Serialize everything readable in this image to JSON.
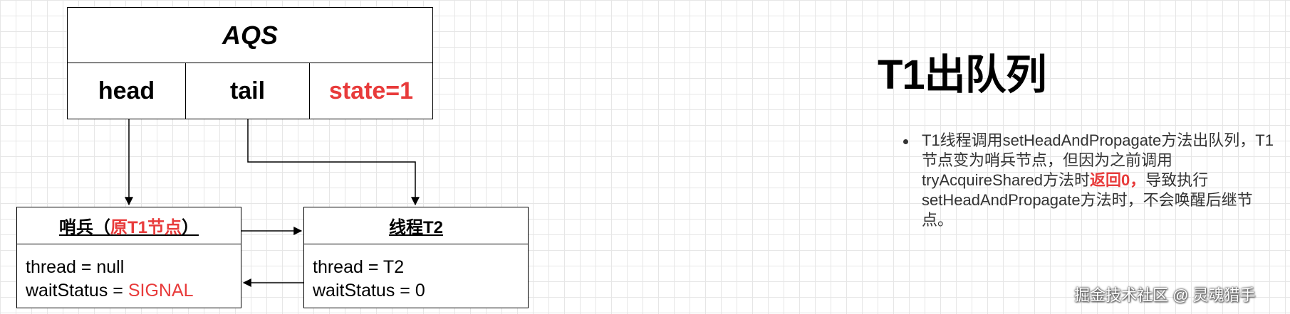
{
  "aqs": {
    "title": "AQS",
    "head": "head",
    "tail": "tail",
    "state": "state=1"
  },
  "node_sentinel": {
    "title_prefix": "哨兵（",
    "title_highlight": "原T1节点",
    "title_suffix": "）",
    "thread": "thread = null",
    "wait_label": "waitStatus = ",
    "wait_value": "SIGNAL"
  },
  "node_t2": {
    "title": "线程T2",
    "thread": "thread = T2",
    "wait": "waitStatus = 0"
  },
  "heading": "T1出队列",
  "bullet": {
    "text_before": "T1线程调用setHeadAndPropagate方法出队列，T1节点变为哨兵节点，但因为之前调用tryAcquireShared方法时",
    "highlight": "返回0，",
    "text_after": "导致执行setHeadAndPropagate方法时，不会唤醒后继节点。"
  },
  "watermark": "掘金技术社区 @ 灵魂猎手",
  "colors": {
    "highlight": "#e83b3b",
    "line": "#000000",
    "grid": "#e6e6e6"
  }
}
